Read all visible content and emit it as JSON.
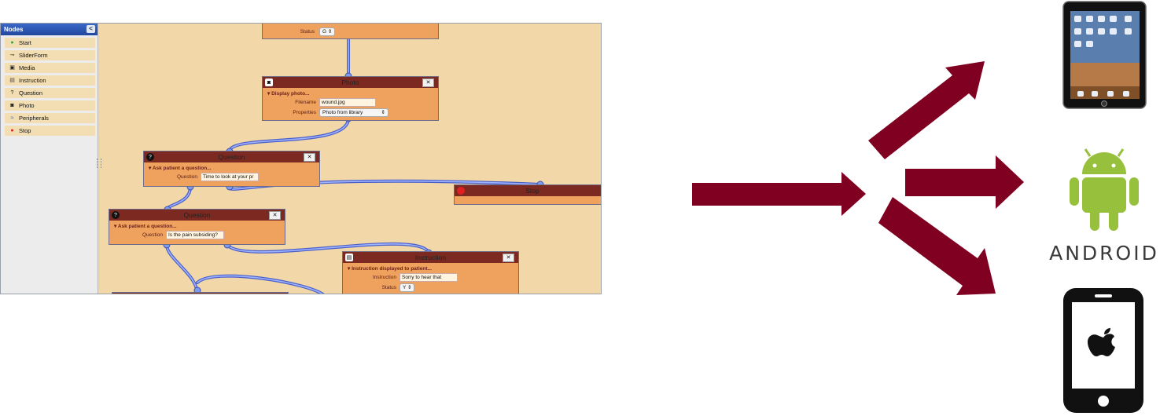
{
  "sidebar": {
    "title": "Nodes",
    "collapse": "<",
    "items": [
      {
        "label": "Start",
        "icon": "start-icon",
        "icon_char": "●",
        "color": "#3aa23a"
      },
      {
        "label": "SliderForm",
        "icon": "slider-icon",
        "icon_char": "⊸",
        "color": "#333333"
      },
      {
        "label": "Media",
        "icon": "media-icon",
        "icon_char": "▣",
        "color": "#222222"
      },
      {
        "label": "Instruction",
        "icon": "instruction-icon",
        "icon_char": "▤",
        "color": "#444444"
      },
      {
        "label": "Question",
        "icon": "question-icon",
        "icon_char": "?",
        "color": "#111111"
      },
      {
        "label": "Photo",
        "icon": "camera-icon",
        "icon_char": "◙",
        "color": "#111111"
      },
      {
        "label": "Peripherals",
        "icon": "peripherals-icon",
        "icon_char": "≈",
        "color": "#2a56b8"
      },
      {
        "label": "Stop",
        "icon": "stop-icon",
        "icon_char": "●",
        "color": "#e02020"
      }
    ]
  },
  "nodes": {
    "top": {
      "label": "Status",
      "value": "G"
    },
    "photo": {
      "title": "Photo",
      "sub": "Display photo...",
      "filename_label": "Filename",
      "filename": "wound.jpg",
      "properties_label": "Properties",
      "properties": "Photo from library"
    },
    "question1": {
      "title": "Question",
      "sub": "Ask patient a question...",
      "label": "Question",
      "value": "Time to look at your pr"
    },
    "stop": {
      "title": "Stop"
    },
    "question2": {
      "title": "Question",
      "sub": "Ask patient a question...",
      "label": "Question",
      "value": "Is the pain subsiding?"
    },
    "instruction": {
      "title": "Instruction",
      "sub": "Instruction displayed to patient...",
      "instr_label": "Instruction",
      "instr_value": "Sorry to hear that",
      "status_label": "Status",
      "status_value": "Y"
    }
  },
  "close_glyph": "✕",
  "colors": {
    "arrow": "#7f0020",
    "wire": "#6c80e0",
    "node_head": "#7c2a21",
    "node_body": "#efa25e",
    "canvas": "#f2d8a8",
    "android": "#97c03d"
  },
  "devices": {
    "tablet": "tablet-icon",
    "android_wordmark": "ANDROID",
    "phone": "apple-phone-icon"
  }
}
